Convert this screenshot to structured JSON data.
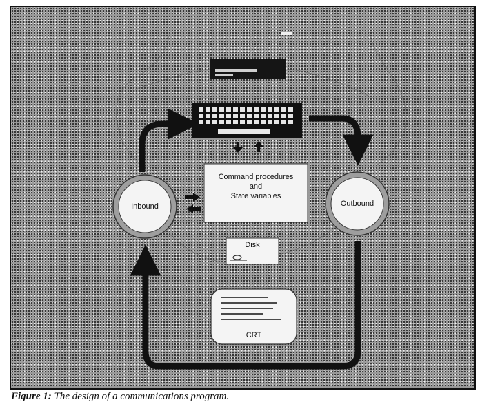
{
  "diagram": {
    "nodes": {
      "command": {
        "line1": "Command procedures",
        "line2": "and",
        "line3": "State variables"
      },
      "inbound": "Inbound",
      "outbound": "Outbound",
      "disk": "Disk",
      "crt": "CRT"
    }
  },
  "caption": {
    "figure_label": "Figure 1:",
    "text": " The design of a communications program."
  },
  "colors": {
    "arrow": "#111111",
    "box_fill": "#f4f4f4",
    "ring": "#8c8c8c"
  },
  "icons": [
    "modem-icon",
    "terminal-keyboard-icon",
    "disk-drive-icon",
    "crt-screen-icon"
  ]
}
